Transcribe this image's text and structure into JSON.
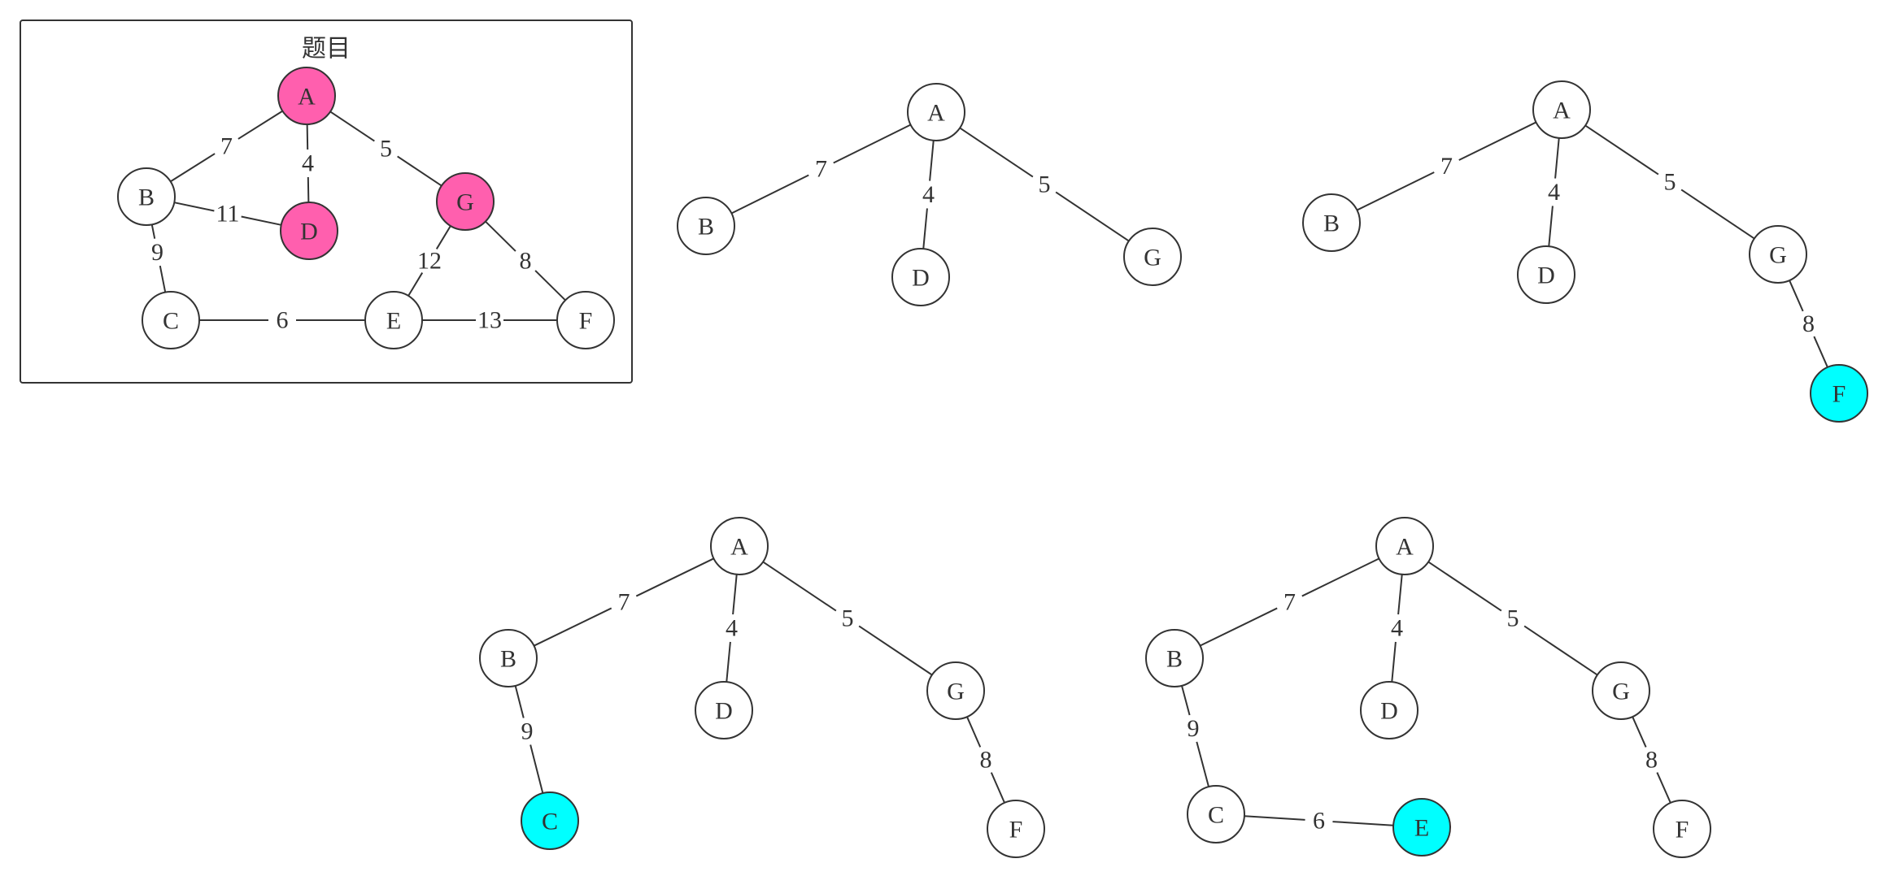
{
  "colors": {
    "default_node": "#ffffff",
    "highlight_pink": "#ff5fae",
    "highlight_cyan": "#00ffff",
    "stroke": "#333333"
  },
  "problem": {
    "title": "题目",
    "nodes": [
      {
        "id": "A",
        "fill": "highlight_pink"
      },
      {
        "id": "B",
        "fill": "default_node"
      },
      {
        "id": "D",
        "fill": "highlight_pink"
      },
      {
        "id": "G",
        "fill": "highlight_pink"
      },
      {
        "id": "C",
        "fill": "default_node"
      },
      {
        "id": "E",
        "fill": "default_node"
      },
      {
        "id": "F",
        "fill": "default_node"
      }
    ],
    "edges": [
      {
        "from": "A",
        "to": "B",
        "weight": "7"
      },
      {
        "from": "A",
        "to": "D",
        "weight": "4"
      },
      {
        "from": "A",
        "to": "G",
        "weight": "5"
      },
      {
        "from": "B",
        "to": "D",
        "weight": "11"
      },
      {
        "from": "B",
        "to": "C",
        "weight": "9"
      },
      {
        "from": "G",
        "to": "E",
        "weight": "12"
      },
      {
        "from": "G",
        "to": "F",
        "weight": "8"
      },
      {
        "from": "C",
        "to": "E",
        "weight": "6"
      },
      {
        "from": "E",
        "to": "F",
        "weight": "13"
      }
    ]
  },
  "steps": [
    {
      "nodes": [
        {
          "id": "A",
          "fill": "default_node"
        },
        {
          "id": "B",
          "fill": "default_node"
        },
        {
          "id": "D",
          "fill": "default_node"
        },
        {
          "id": "G",
          "fill": "default_node"
        }
      ],
      "edges": [
        {
          "from": "A",
          "to": "B",
          "weight": "7"
        },
        {
          "from": "A",
          "to": "D",
          "weight": "4"
        },
        {
          "from": "A",
          "to": "G",
          "weight": "5"
        }
      ]
    },
    {
      "nodes": [
        {
          "id": "A",
          "fill": "default_node"
        },
        {
          "id": "B",
          "fill": "default_node"
        },
        {
          "id": "D",
          "fill": "default_node"
        },
        {
          "id": "G",
          "fill": "default_node"
        },
        {
          "id": "F",
          "fill": "highlight_cyan"
        }
      ],
      "edges": [
        {
          "from": "A",
          "to": "B",
          "weight": "7"
        },
        {
          "from": "A",
          "to": "D",
          "weight": "4"
        },
        {
          "from": "A",
          "to": "G",
          "weight": "5"
        },
        {
          "from": "G",
          "to": "F",
          "weight": "8"
        }
      ]
    },
    {
      "nodes": [
        {
          "id": "A",
          "fill": "default_node"
        },
        {
          "id": "B",
          "fill": "default_node"
        },
        {
          "id": "D",
          "fill": "default_node"
        },
        {
          "id": "G",
          "fill": "default_node"
        },
        {
          "id": "C",
          "fill": "highlight_cyan"
        },
        {
          "id": "F",
          "fill": "default_node"
        }
      ],
      "edges": [
        {
          "from": "A",
          "to": "B",
          "weight": "7"
        },
        {
          "from": "A",
          "to": "D",
          "weight": "4"
        },
        {
          "from": "A",
          "to": "G",
          "weight": "5"
        },
        {
          "from": "B",
          "to": "C",
          "weight": "9"
        },
        {
          "from": "G",
          "to": "F",
          "weight": "8"
        }
      ]
    },
    {
      "nodes": [
        {
          "id": "A",
          "fill": "default_node"
        },
        {
          "id": "B",
          "fill": "default_node"
        },
        {
          "id": "D",
          "fill": "default_node"
        },
        {
          "id": "G",
          "fill": "default_node"
        },
        {
          "id": "C",
          "fill": "default_node"
        },
        {
          "id": "E",
          "fill": "highlight_cyan"
        },
        {
          "id": "F",
          "fill": "default_node"
        }
      ],
      "edges": [
        {
          "from": "A",
          "to": "B",
          "weight": "7"
        },
        {
          "from": "A",
          "to": "D",
          "weight": "4"
        },
        {
          "from": "A",
          "to": "G",
          "weight": "5"
        },
        {
          "from": "B",
          "to": "C",
          "weight": "9"
        },
        {
          "from": "G",
          "to": "F",
          "weight": "8"
        },
        {
          "from": "C",
          "to": "E",
          "weight": "6"
        }
      ]
    }
  ]
}
